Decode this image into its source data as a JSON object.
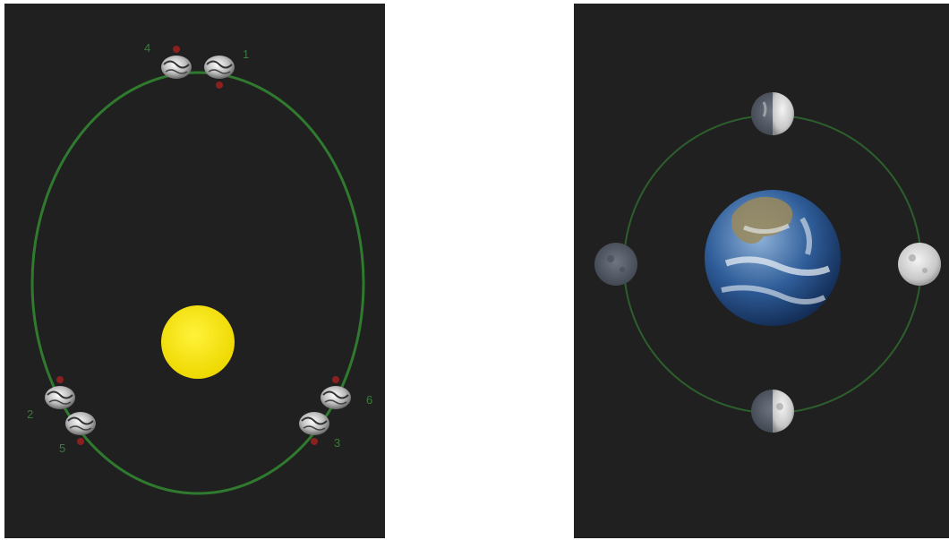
{
  "colors": {
    "panel_bg": "#202020",
    "orbit_left": "#2f7a2f",
    "orbit_right": "#2c5f2c",
    "label": "#3a7a3a",
    "sun": "#f2e20a",
    "marker": "#8a2020"
  },
  "left_panel": {
    "orbit_labels": [
      "1",
      "2",
      "3",
      "4",
      "5",
      "6"
    ]
  },
  "icons": {
    "sun": "sun-icon",
    "earth": "earth-icon",
    "moon": "moon-icon",
    "satellite": "satellite-icon"
  }
}
